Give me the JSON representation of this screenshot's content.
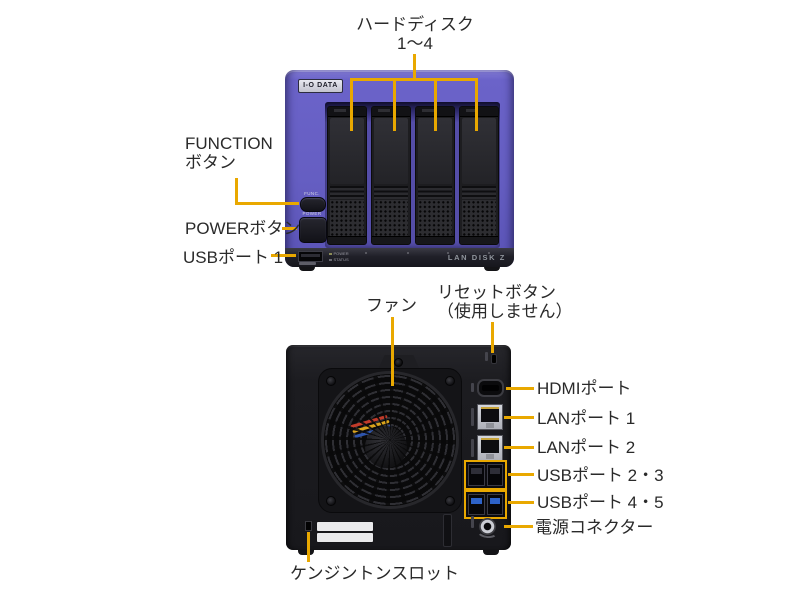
{
  "front_view": {
    "brand_badge": "I-O DATA",
    "model_logo": "LAN DISK Z",
    "func_button_marking": "FUNC.",
    "power_button_marking": "POWER",
    "led_labels": [
      "POWER",
      "STATUS"
    ],
    "callouts": {
      "hard_disks": {
        "line1": "ハードディスク",
        "line2": "1〜4"
      },
      "function_button": {
        "line1": "FUNCTION",
        "line2": "ボタン"
      },
      "power_button": "POWERボタン",
      "usb_port_1": "USBポート 1"
    }
  },
  "rear_view": {
    "callouts": {
      "fan": "ファン",
      "reset_button": {
        "line1": "リセットボタン",
        "line2": "（使用しません）"
      },
      "hdmi_port": "HDMIポート",
      "lan_port_1": "LANポート 1",
      "lan_port_2": "LANポート 2",
      "usb_ports_2_3": "USBポート 2・3",
      "usb_ports_4_5": "USBポート 4・5",
      "power_connector": "電源コネクター",
      "kensington_slot": "ケンジントンスロット"
    }
  },
  "colors": {
    "callout_line": "#E9A800",
    "front_body_purple": "#655EC2",
    "device_black": "#1B1B1E",
    "usb3_port_blue": "#2D62C8",
    "background": "#FFFFFF"
  }
}
